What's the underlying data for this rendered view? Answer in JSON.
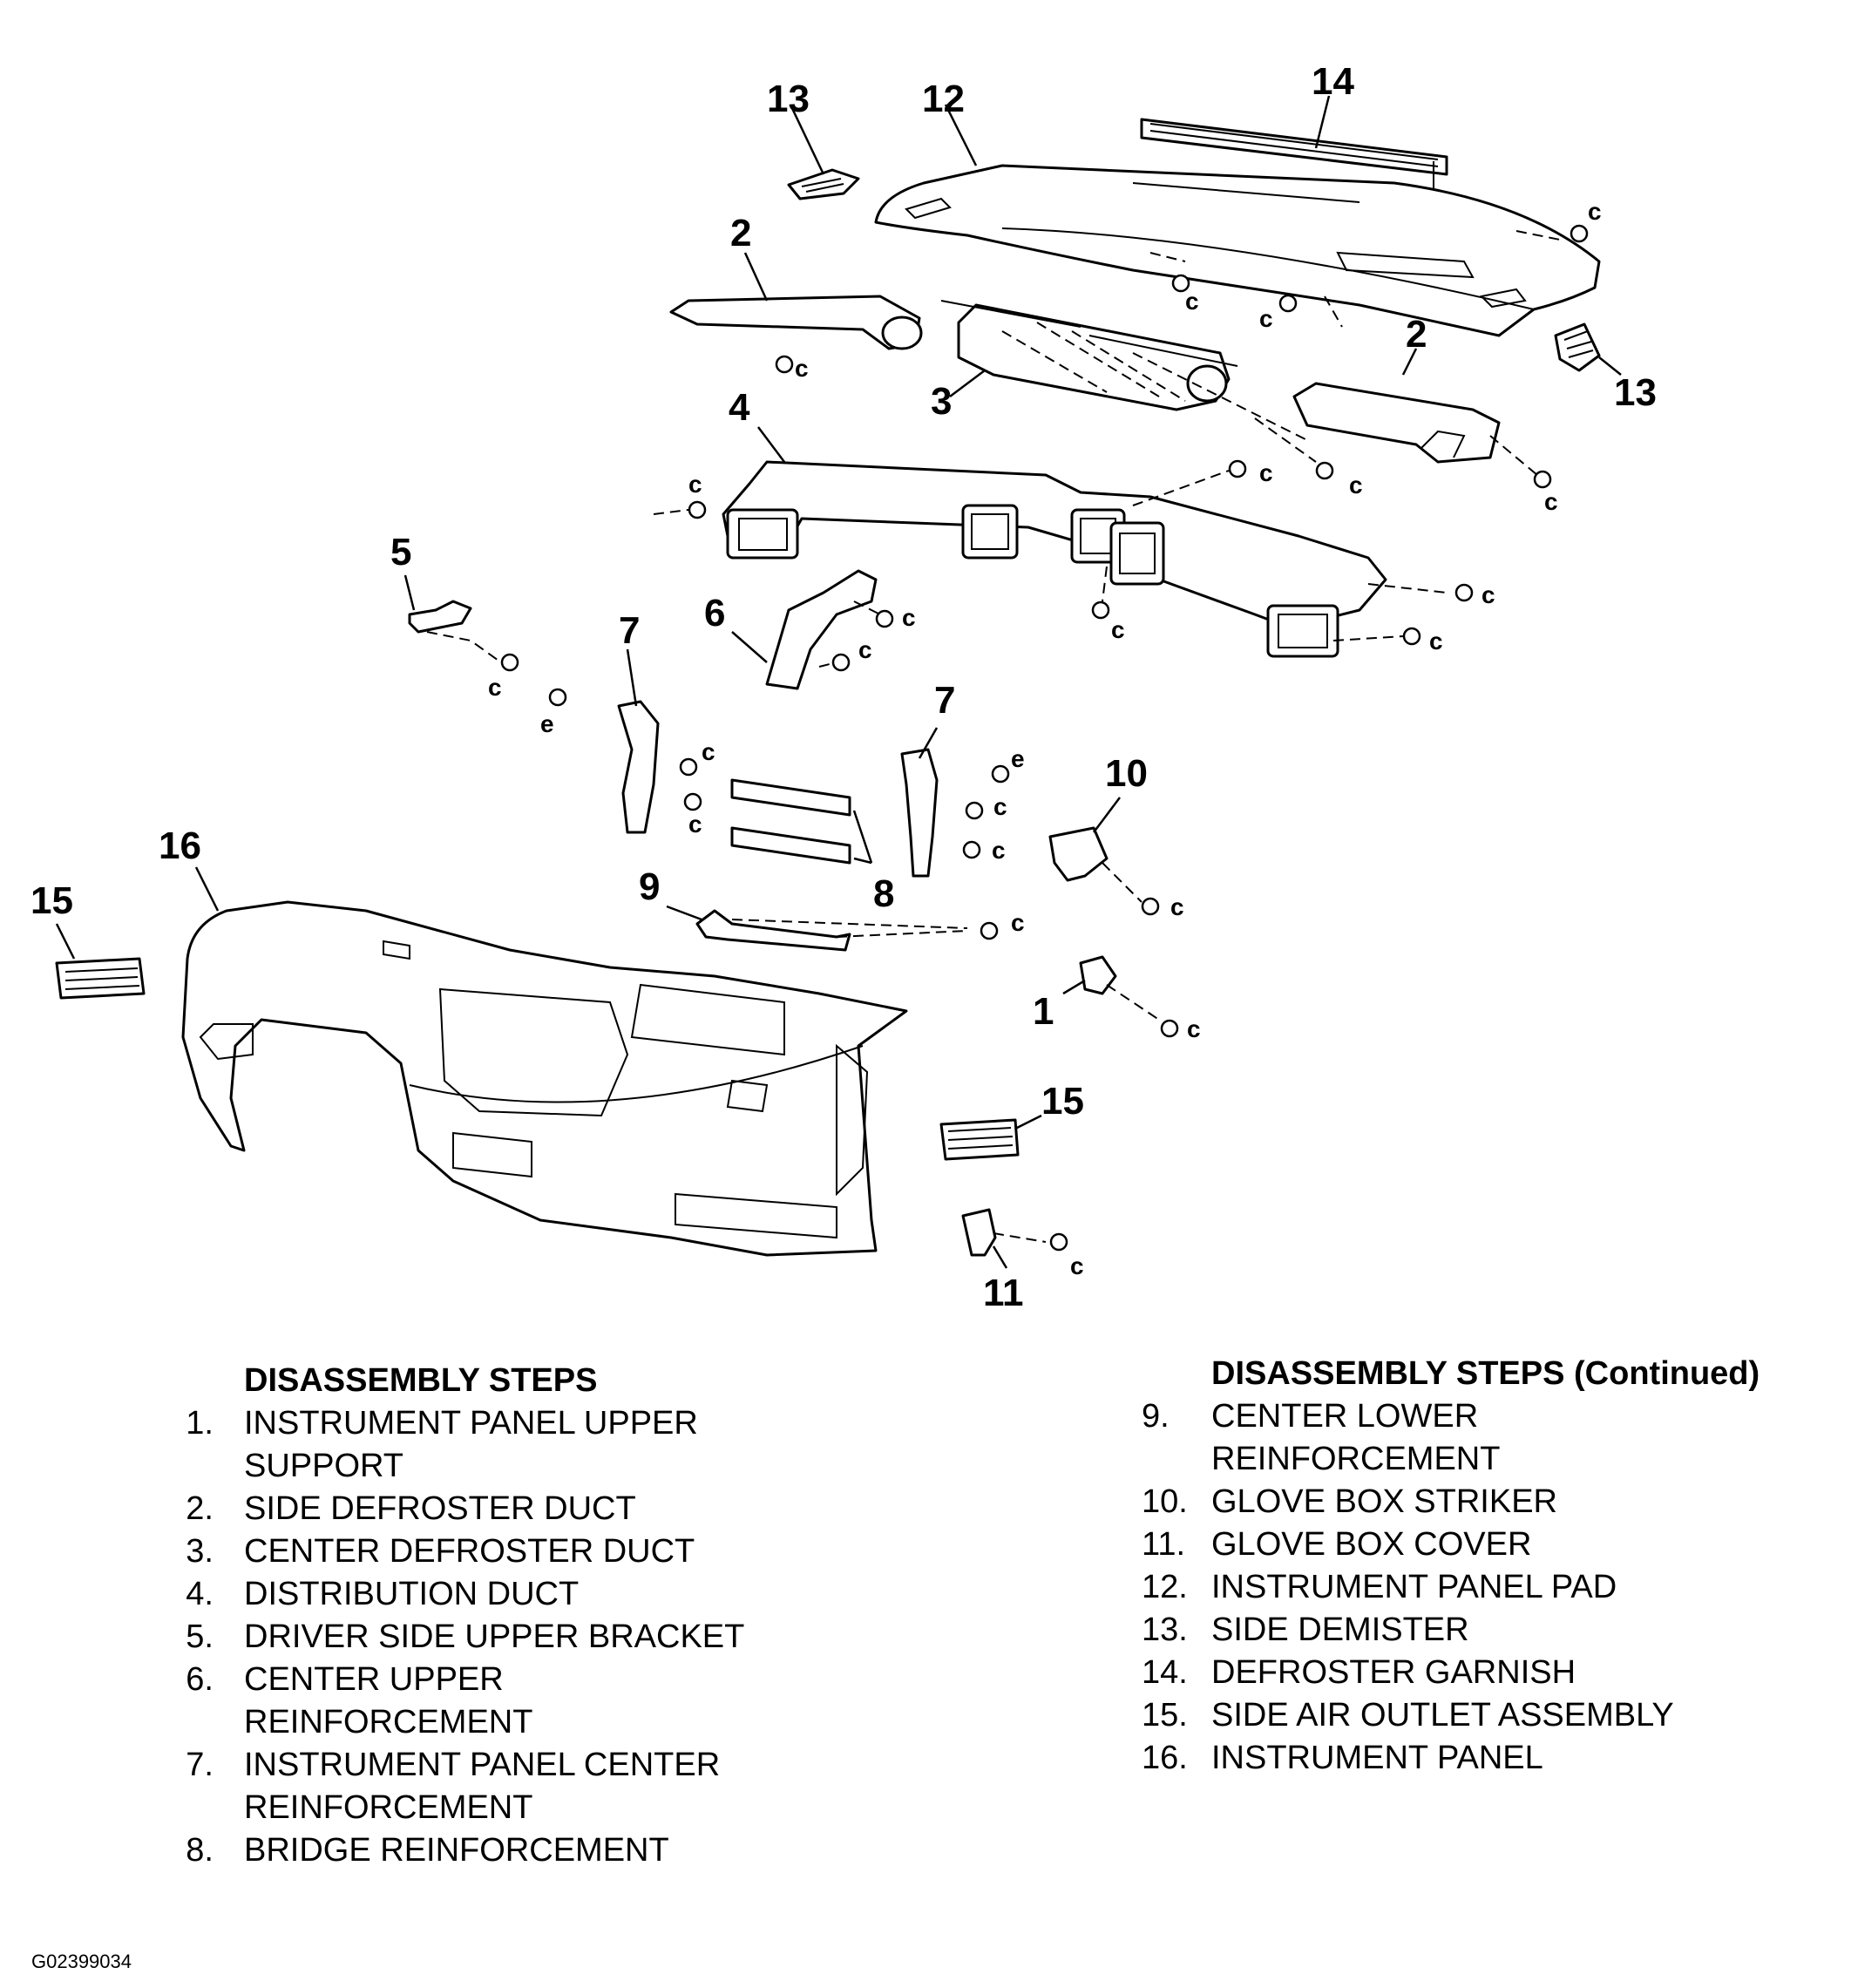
{
  "callouts": {
    "c1": "1",
    "c2a": "2",
    "c2b": "2",
    "c3": "3",
    "c4": "4",
    "c5": "5",
    "c6": "6",
    "c7a": "7",
    "c7b": "7",
    "c8": "8",
    "c9": "9",
    "c10": "10",
    "c11": "11",
    "c12": "12",
    "c13a": "13",
    "c13b": "13",
    "c14": "14",
    "c15a": "15",
    "c15b": "15",
    "c16": "16"
  },
  "fastener_codes": {
    "c": "c",
    "e": "e"
  },
  "legend_left": {
    "heading": "DISASSEMBLY STEPS",
    "items": [
      {
        "num": "1.",
        "lines": [
          "INSTRUMENT PANEL UPPER",
          "SUPPORT"
        ]
      },
      {
        "num": "2.",
        "lines": [
          "SIDE DEFROSTER DUCT"
        ]
      },
      {
        "num": "3.",
        "lines": [
          "CENTER DEFROSTER DUCT"
        ]
      },
      {
        "num": "4.",
        "lines": [
          "DISTRIBUTION DUCT"
        ]
      },
      {
        "num": "5.",
        "lines": [
          "DRIVER SIDE UPPER BRACKET"
        ]
      },
      {
        "num": "6.",
        "lines": [
          "CENTER UPPER",
          "REINFORCEMENT"
        ]
      },
      {
        "num": "7.",
        "lines": [
          "INSTRUMENT PANEL CENTER",
          "REINFORCEMENT"
        ]
      },
      {
        "num": "8.",
        "lines": [
          "BRIDGE REINFORCEMENT"
        ]
      }
    ]
  },
  "legend_right": {
    "heading": "DISASSEMBLY STEPS (Continued)",
    "items": [
      {
        "num": "9.",
        "lines": [
          "CENTER LOWER",
          "REINFORCEMENT"
        ]
      },
      {
        "num": "10.",
        "lines": [
          "GLOVE BOX STRIKER"
        ]
      },
      {
        "num": "11.",
        "lines": [
          "GLOVE BOX COVER"
        ]
      },
      {
        "num": "12.",
        "lines": [
          "INSTRUMENT PANEL PAD"
        ]
      },
      {
        "num": "13.",
        "lines": [
          "SIDE DEMISTER"
        ]
      },
      {
        "num": "14.",
        "lines": [
          "DEFROSTER GARNISH"
        ]
      },
      {
        "num": "15.",
        "lines": [
          "SIDE AIR OUTLET ASSEMBLY"
        ]
      },
      {
        "num": "16.",
        "lines": [
          "INSTRUMENT PANEL"
        ]
      }
    ]
  },
  "figure_id": "G02399034"
}
